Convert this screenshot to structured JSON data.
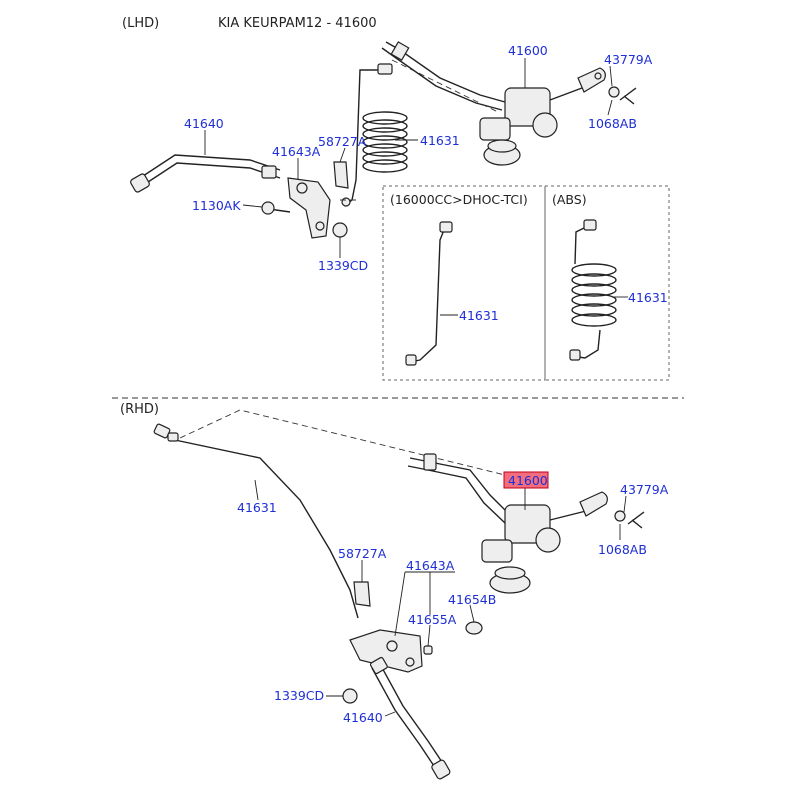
{
  "header": {
    "lhd_label": "(LHD)",
    "title": "KIA KEURPAM12 - 41600",
    "rhd_label": "(RHD)"
  },
  "sub_boxes": {
    "dhoc": "(16000CC>DHOC-TCI)",
    "abs": "(ABS)"
  },
  "colors": {
    "label": "#1f2fd6",
    "highlight_fill": "#f26d7d",
    "highlight_border": "#c0001a"
  },
  "labels": {
    "lhd": {
      "p41600": "41600",
      "p43779A": "43779A",
      "p1068AB": "1068AB",
      "p41640": "41640",
      "p58727A": "58727A",
      "p41631": "41631",
      "p41643A": "41643A",
      "p1130AK": "1130AK",
      "p1339CD": "1339CD",
      "p41631_dhoc": "41631",
      "p41631_abs": "41631"
    },
    "rhd": {
      "p41631": "41631",
      "p41600": "41600",
      "p43779A": "43779A",
      "p1068AB": "1068AB",
      "p58727A": "58727A",
      "p41643A": "41643A",
      "p41654B": "41654B",
      "p41655A": "41655A",
      "p1339CD": "1339CD",
      "p41640": "41640"
    }
  },
  "selected_part": "41600"
}
